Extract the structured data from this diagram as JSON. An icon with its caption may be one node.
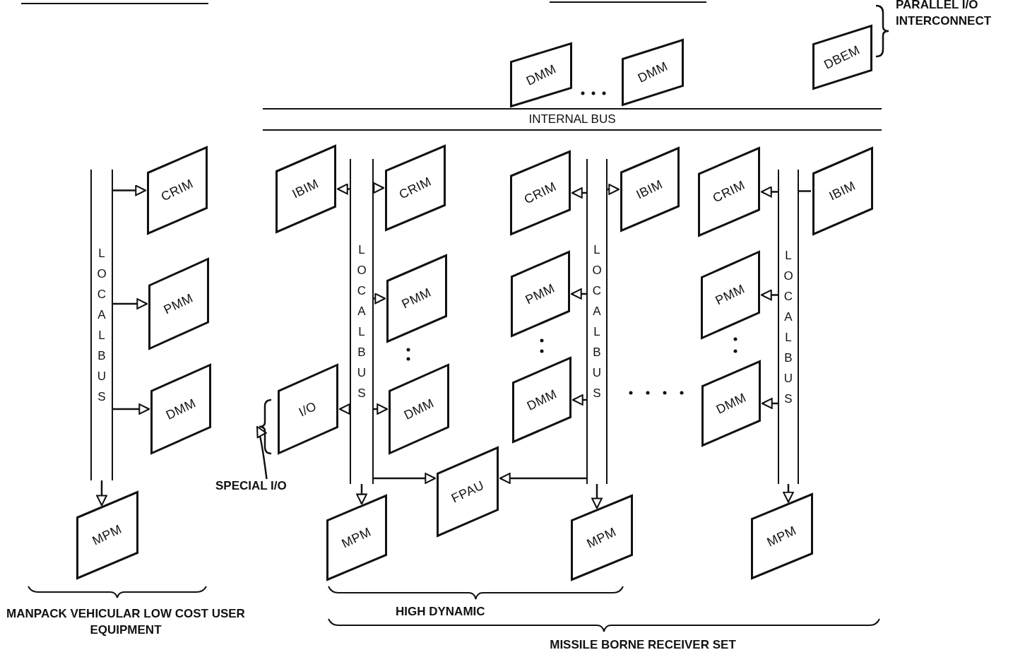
{
  "diagram": {
    "nodes": [
      {
        "text": [
          "DMM"
        ]
      },
      {
        "text": [
          "DMM"
        ]
      },
      {
        "text": [
          "DBEM"
        ]
      },
      {
        "text": [
          "INTERNAL BUS"
        ]
      },
      {
        "text": [
          "CRIM"
        ]
      },
      {
        "text": [
          "PMM"
        ]
      },
      {
        "text": [
          "DMM"
        ]
      },
      {
        "text": [
          "MPM"
        ]
      },
      {
        "text": [
          "LOCAL BUS"
        ]
      },
      {
        "text": [
          "IBIM"
        ]
      },
      {
        "text": [
          "CRIM"
        ]
      },
      {
        "text": [
          "LOCAL BUS"
        ]
      },
      {
        "text": [
          "PMM"
        ]
      },
      {
        "text": [
          "I/O"
        ]
      },
      {
        "text": [
          "DMM"
        ]
      },
      {
        "text": [],
        "shape": "brace"
      },
      {
        "text": [
          "SPECIAL I/O"
        ]
      },
      {
        "text": [
          "MPM"
        ]
      },
      {
        "text": [
          "FPAU"
        ]
      },
      {
        "text": [
          "CRIM"
        ]
      },
      {
        "text": [
          "IBIM"
        ]
      },
      {
        "text": [
          "LOCAL BUS"
        ]
      },
      {
        "text": [
          "PMM"
        ]
      },
      {
        "text": [
          "DMM"
        ]
      },
      {
        "text": [
          "MPM"
        ]
      },
      {
        "text": [
          "CRIM"
        ]
      },
      {
        "text": [
          "IBIM"
        ]
      },
      {
        "text": [
          "LOCAL BUS"
        ]
      },
      {
        "text": [
          "PMM"
        ]
      },
      {
        "text": [
          "DMM"
        ]
      },
      {
        "text": [
          "MPM"
        ]
      }
    ],
    "edges": [
      {
        "from": 8,
        "to": 4,
        "arrow": "to"
      },
      {
        "from": 8,
        "to": 5,
        "arrow": "to"
      },
      {
        "from": 8,
        "to": 6,
        "arrow": "to"
      },
      {
        "from": 8,
        "to": 7,
        "arrow": "to"
      },
      {
        "from": 11,
        "to": 9,
        "arrow": "to"
      },
      {
        "from": 11,
        "to": 10,
        "arrow": "to"
      },
      {
        "from": 11,
        "to": 12,
        "arrow": "to"
      },
      {
        "from": 11,
        "to": 13,
        "arrow": "to"
      },
      {
        "from": 11,
        "to": 14,
        "arrow": "to"
      },
      {
        "from": 11,
        "to": 18,
        "arrow": "to"
      },
      {
        "from": 11,
        "to": 17,
        "arrow": "to"
      },
      {
        "from": 16,
        "to": 15,
        "arrow": "to"
      },
      {
        "from": 21,
        "to": 19,
        "arrow": "to"
      },
      {
        "from": 21,
        "to": 20,
        "arrow": "to"
      },
      {
        "from": 21,
        "to": 22,
        "arrow": "to"
      },
      {
        "from": 21,
        "to": 23,
        "arrow": "to"
      },
      {
        "from": 21,
        "to": 18,
        "arrow": "to"
      },
      {
        "from": 21,
        "to": 24,
        "arrow": "to"
      },
      {
        "from": 27,
        "to": 25,
        "arrow": "to"
      },
      {
        "from": 27,
        "to": 26,
        "arrow": "none"
      },
      {
        "from": 27,
        "to": 28,
        "arrow": "to"
      },
      {
        "from": 27,
        "to": 29,
        "arrow": "to"
      },
      {
        "from": 27,
        "to": 30,
        "arrow": "to"
      }
    ],
    "labels": [
      "PARALLEL I/O INTERCONNECT",
      "MANPACK VEHICULAR LOW COST USER EQUIPMENT",
      "HIGH DYNAMIC",
      "MISSILE BORNE RECEIVER SET"
    ]
  }
}
